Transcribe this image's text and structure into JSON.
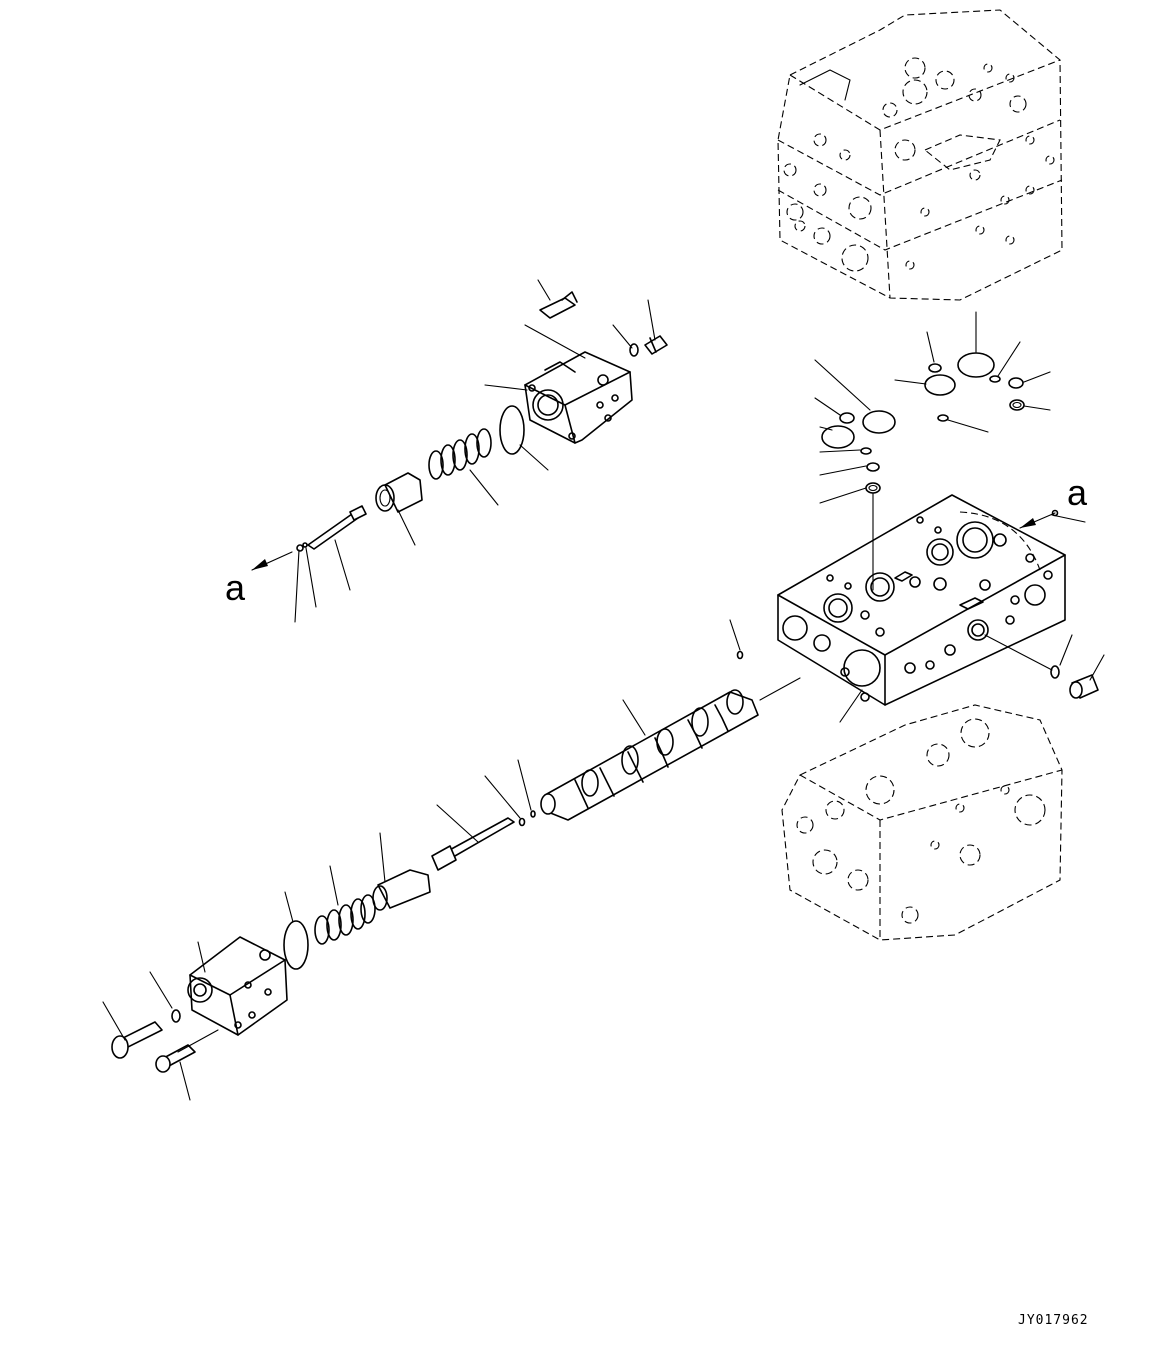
{
  "drawing": {
    "view_label_left": "a",
    "view_label_right": "a",
    "drawing_code": "JY017962"
  },
  "colors": {
    "line": "#000000",
    "background": "#ffffff"
  }
}
